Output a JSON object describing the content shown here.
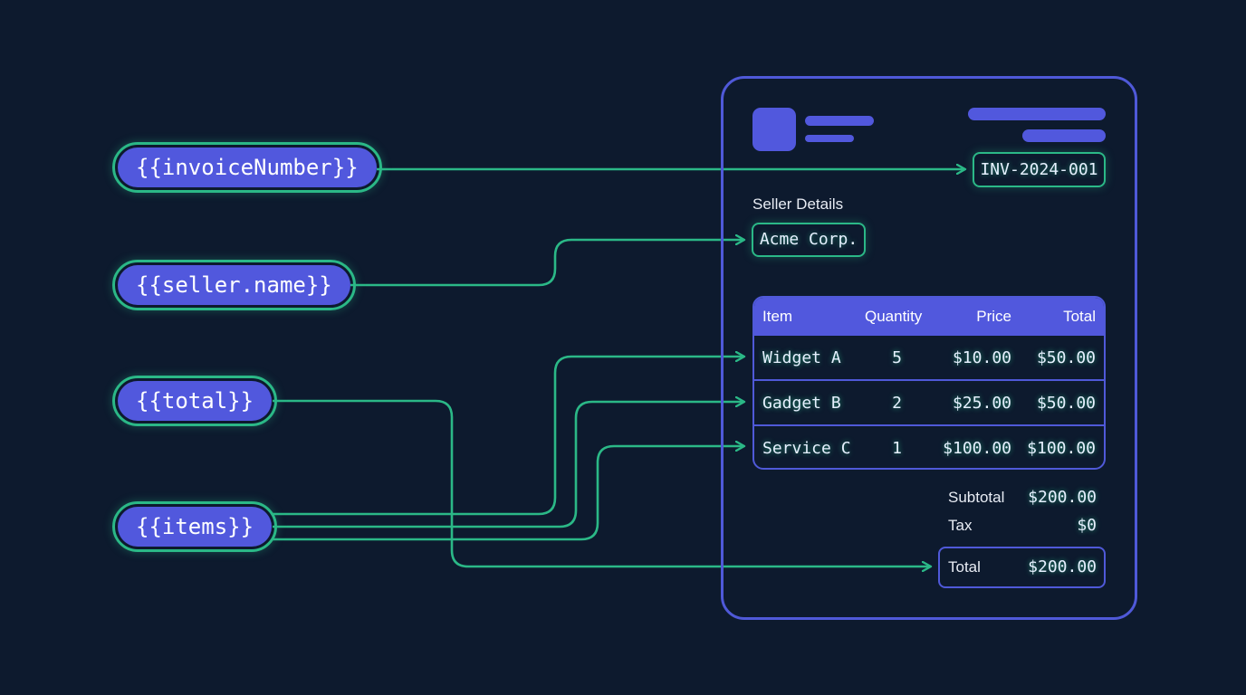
{
  "placeholders": {
    "invoice_number": "{{invoiceNumber}}",
    "seller_name": "{{seller.name}}",
    "total": "{{total}}",
    "items": "{{items}}"
  },
  "invoice": {
    "number": "INV-2024-001",
    "seller_section_label": "Seller Details",
    "seller_name": "Acme Corp."
  },
  "table": {
    "headers": [
      "Item",
      "Quantity",
      "Price",
      "Total"
    ],
    "rows": [
      {
        "item": "Widget A",
        "quantity": "5",
        "price": "$10.00",
        "total": "$50.00"
      },
      {
        "item": "Gadget B",
        "quantity": "2",
        "price": "$25.00",
        "total": "$50.00"
      },
      {
        "item": "Service C",
        "quantity": "1",
        "price": "$100.00",
        "total": "$100.00"
      }
    ]
  },
  "summary": {
    "subtotal_label": "Subtotal",
    "subtotal_value": "$200.00",
    "tax_label": "Tax",
    "tax_value": "$0",
    "total_label": "Total",
    "total_value": "$200.00"
  },
  "colors": {
    "background": "#0d1a2e",
    "accent_indigo": "#5158dd",
    "connector_green": "#2bb887"
  }
}
